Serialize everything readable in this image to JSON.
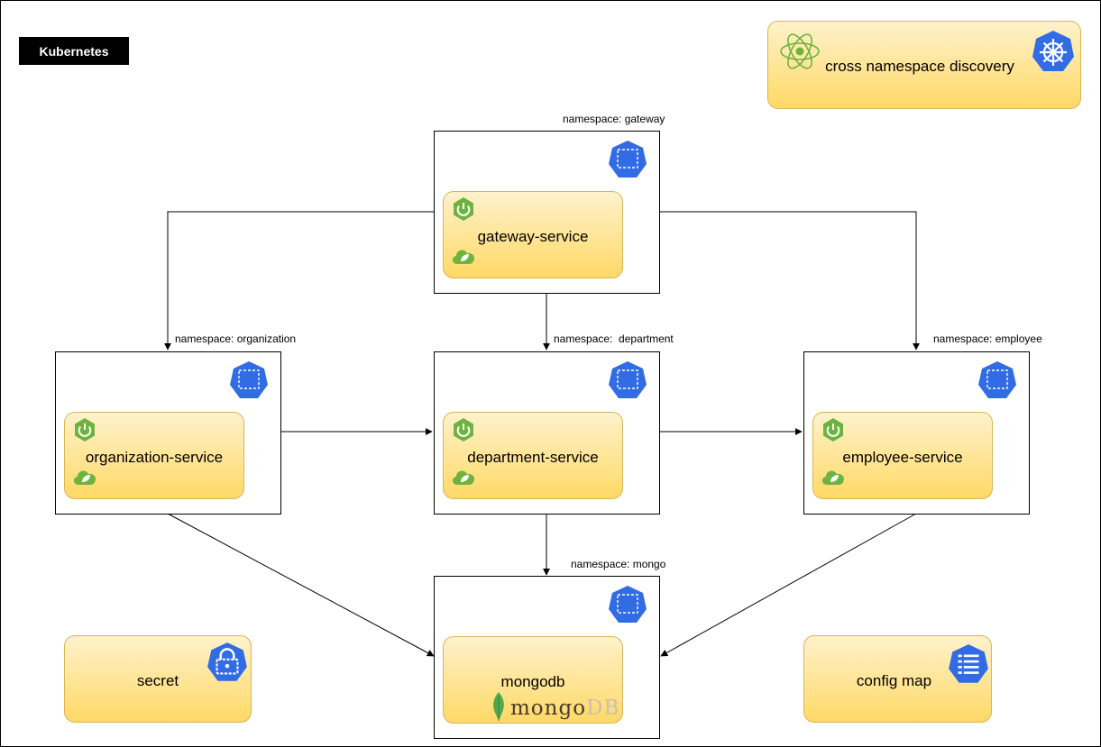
{
  "title": "Kubernetes",
  "discovery": {
    "label": "cross namespace discovery"
  },
  "namespaces": {
    "gateway": "namespace: gateway",
    "organization": "namespace: organization",
    "department": "namespace:  department",
    "employee": "namespace: employee",
    "mongo": "namespace: mongo"
  },
  "services": {
    "gateway": "gateway-service",
    "organization": "organization-service",
    "department": "department-service",
    "employee": "employee-service",
    "mongodb": "mongodb"
  },
  "mongo_logo": {
    "part1": "mongo",
    "part2": "DB"
  },
  "secret": {
    "label": "secret"
  },
  "config_map": {
    "label": "config map"
  },
  "colors": {
    "k8s_blue": "#326ce5",
    "spring_green": "#6db33f",
    "yellow_border": "#d6b656",
    "yellow_top": "#fff2cc",
    "yellow_bottom": "#ffd966"
  }
}
